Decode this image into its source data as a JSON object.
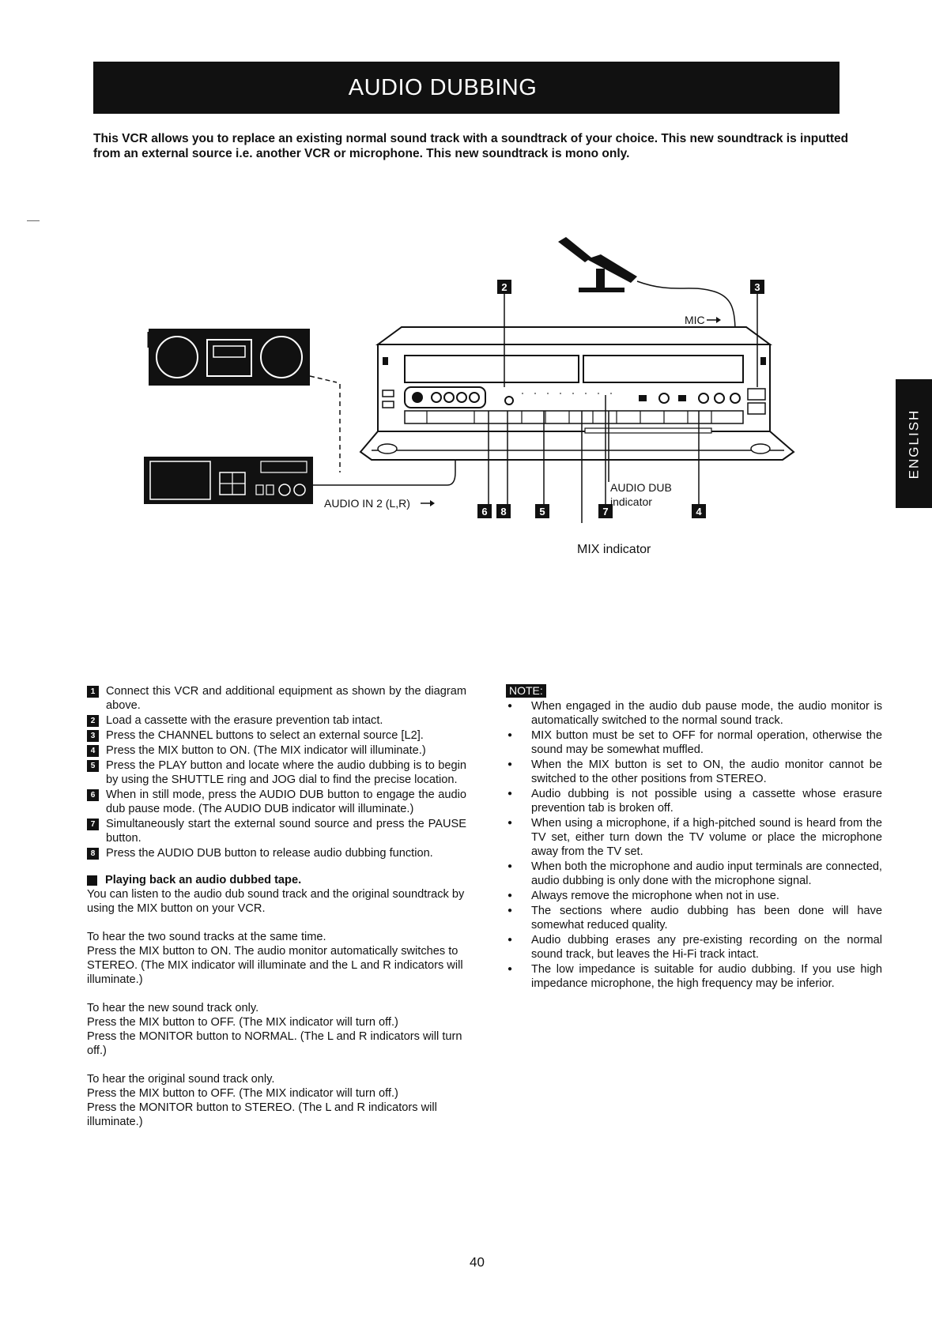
{
  "page": {
    "title": "AUDIO DUBBING",
    "intro": "This VCR allows you to replace an existing normal sound track with a soundtrack of your choice. This new soundtrack is inputted from an external source i.e. another VCR or microphone. This new soundtrack is mono only.",
    "side_tab": "ENGLISH",
    "page_number": "40"
  },
  "diagram": {
    "callouts": [
      "2",
      "3",
      "6",
      "8",
      "5",
      "7",
      "4"
    ],
    "labels": {
      "mic": "MIC",
      "audio_in": "AUDIO IN 2 (L,R)",
      "audio_dub_line1": "AUDIO DUB",
      "audio_dub_line2": "indicator",
      "mix_indicator": "MIX indicator"
    }
  },
  "steps": [
    {
      "num": "1",
      "text": "Connect this VCR and additional equipment as shown by the diagram above."
    },
    {
      "num": "2",
      "text": "Load a cassette with the erasure prevention tab intact."
    },
    {
      "num": "3",
      "text": "Press the CHANNEL buttons to select an external source [L2]."
    },
    {
      "num": "4",
      "text": "Press the MIX button to ON. (The MIX indicator will illuminate.)"
    },
    {
      "num": "5",
      "text": "Press the PLAY button and locate where the audio dubbing is to begin by using the SHUTTLE ring and JOG dial to find the precise location."
    },
    {
      "num": "6",
      "text": "When in still mode, press the AUDIO DUB button to engage the audio dub pause mode. (The AUDIO DUB indicator will illuminate.)"
    },
    {
      "num": "7",
      "text": "Simultaneously start the external sound source and press the PAUSE button."
    },
    {
      "num": "8",
      "text": "Press the AUDIO DUB button to release audio dubbing function."
    }
  ],
  "playback": {
    "heading": "Playing back an audio dubbed tape.",
    "intro": "You can listen to the audio dub sound track and the original soundtrack by using the MIX button on your VCR.",
    "paragraphs": [
      "To hear the two sound tracks at the same time.\nPress the MIX button to ON. The audio monitor automatically switches to STEREO. (The MIX indicator will illuminate and the L and R indicators will illuminate.)",
      "To hear the new sound track only.\nPress the MIX button to OFF. (The MIX indicator will turn off.)\nPress the MONITOR button to NORMAL. (The L and R indicators will turn off.)",
      "To hear the original sound track only.\nPress the MIX button to OFF. (The MIX indicator will turn off.)\nPress the MONITOR button to STEREO. (The L and R indicators will illuminate.)"
    ]
  },
  "note": {
    "heading": "NOTE:",
    "items": [
      "When engaged in the audio dub pause mode, the audio monitor is automatically switched to the normal sound track.",
      "MIX button must be set to OFF for normal operation, otherwise the sound may be somewhat muffled.",
      "When the MIX button is set to ON, the audio monitor cannot be switched to the other positions from STEREO.",
      "Audio dubbing is not possible using a cassette whose erasure prevention tab is broken off.",
      "When using a microphone, if a high-pitched sound is heard from the TV set, either turn down the TV volume or place the microphone away from the TV set.",
      "When both the microphone and audio input terminals are connected, audio dubbing is only done with the microphone signal.",
      "Always remove the microphone when not in use.",
      "The sections where audio dubbing has been done will have somewhat reduced quality.",
      "Audio dubbing erases any pre-existing recording on the normal sound track, but leaves the Hi-Fi track intact.",
      "The low impedance is suitable for audio dubbing. If you use high impedance microphone, the high frequency may be inferior."
    ]
  }
}
